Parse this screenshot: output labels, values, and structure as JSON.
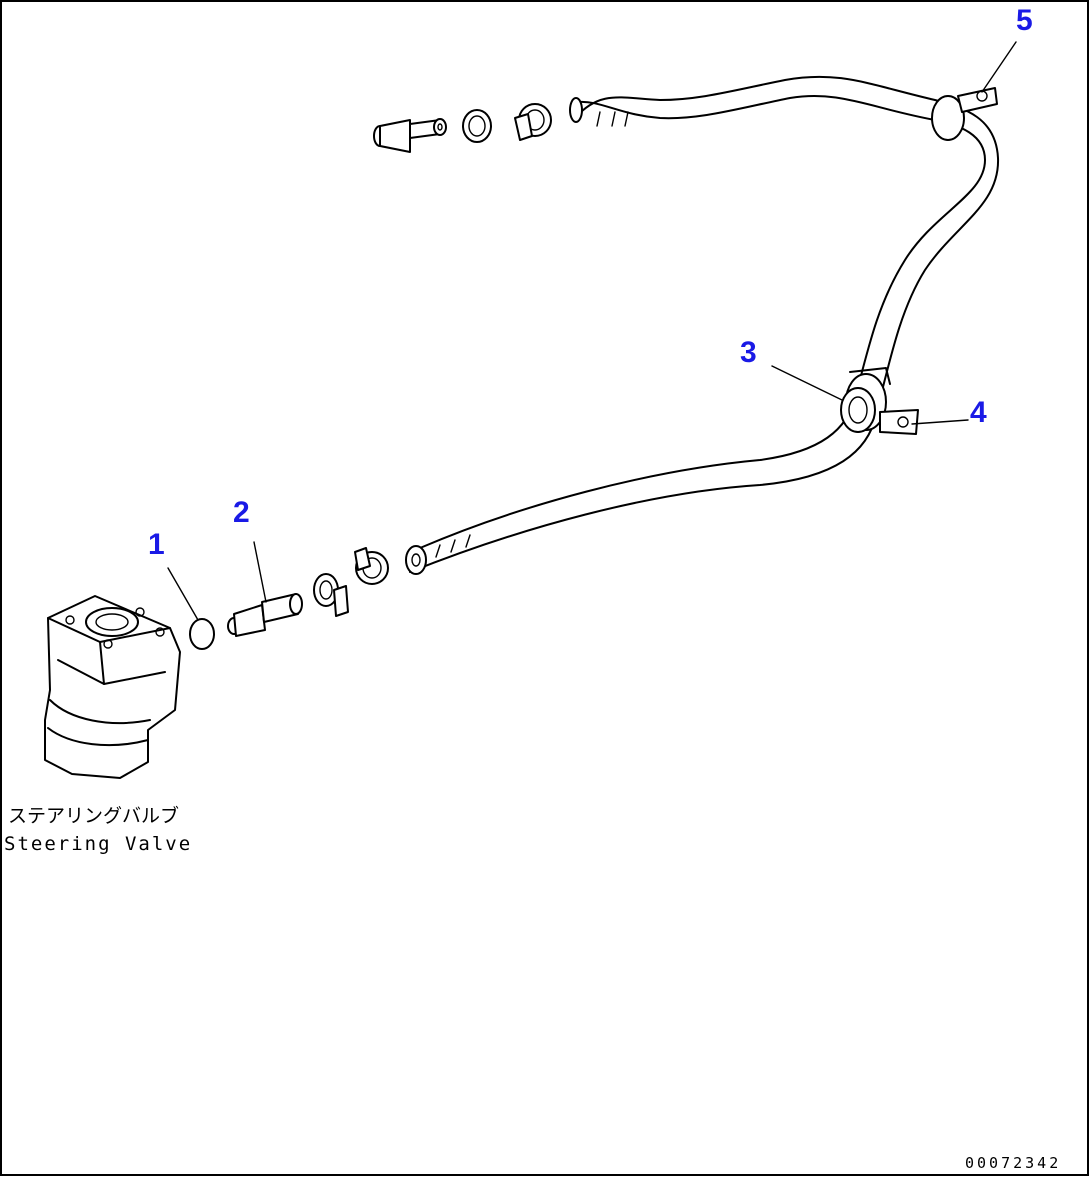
{
  "callouts": {
    "c1": "1",
    "c2": "2",
    "c3": "3",
    "c4": "4",
    "c5": "5"
  },
  "component_label": {
    "jp": "ステアリングバルブ",
    "en": "Steering Valve"
  },
  "drawing_number": "00072342"
}
